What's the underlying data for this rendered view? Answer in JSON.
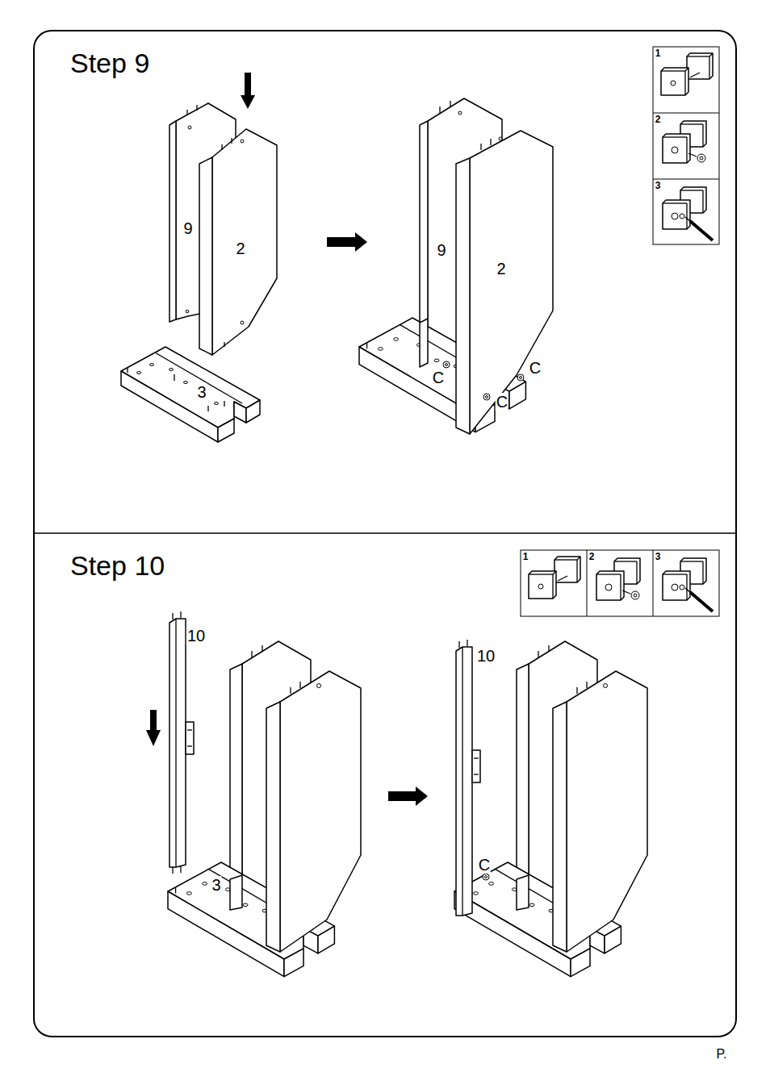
{
  "diagram": {
    "nodes": [
      {
        "text": [
          "Step 9"
        ]
      },
      {
        "text": [
          "Step 10"
        ]
      }
    ],
    "labels": [
      "9",
      "2",
      "3",
      "9",
      "2",
      "C",
      "C",
      "C",
      "1",
      "2",
      "3",
      "10",
      "3",
      "10",
      "C",
      "1",
      "2",
      "3",
      "P."
    ]
  }
}
